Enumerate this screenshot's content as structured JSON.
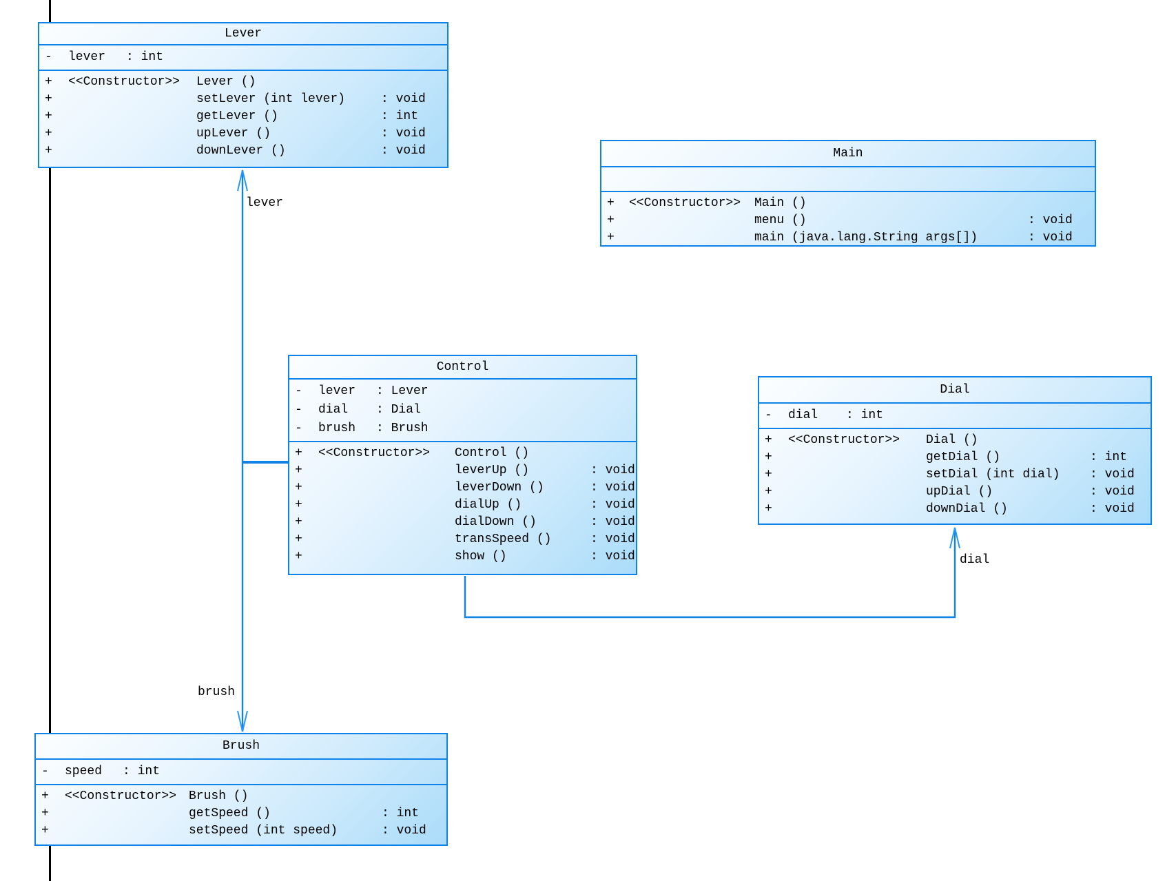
{
  "diagram": {
    "background_color": "#ffffff",
    "frame_line_color": "#000000",
    "box_border_color": "#0d82e8",
    "box_fill_light": "#fcfeff",
    "box_fill_dark": "#aadcf9",
    "connector_color": "#1182e8",
    "arrowhead_color": "#2b97f4",
    "labels": {
      "lever": "lever",
      "brush": "brush",
      "dial": "dial"
    },
    "classes": {
      "lever": {
        "title": "Lever",
        "attributes": [
          {
            "vis": "-",
            "name": "lever",
            "type": ": int"
          }
        ],
        "methods": [
          {
            "vis": "+",
            "stereo": "<<Constructor>>",
            "sig": "Lever ()",
            "ret": ""
          },
          {
            "vis": "+",
            "stereo": "",
            "sig": "setLever (int lever)",
            "ret": ": void"
          },
          {
            "vis": "+",
            "stereo": "",
            "sig": "getLever ()",
            "ret": ": int"
          },
          {
            "vis": "+",
            "stereo": "",
            "sig": "upLever ()",
            "ret": ": void"
          },
          {
            "vis": "+",
            "stereo": "",
            "sig": "downLever ()",
            "ret": ": void"
          }
        ]
      },
      "main": {
        "title": "Main",
        "attributes": [],
        "methods": [
          {
            "vis": "+",
            "stereo": "<<Constructor>>",
            "sig": "Main ()",
            "ret": ""
          },
          {
            "vis": "+",
            "stereo": "",
            "sig": "menu ()",
            "ret": ": void"
          },
          {
            "vis": "+",
            "stereo": "",
            "sig": "main (java.lang.String args[])",
            "ret": ": void"
          }
        ]
      },
      "control": {
        "title": "Control",
        "attributes": [
          {
            "vis": "-",
            "name": "lever",
            "type": ": Lever"
          },
          {
            "vis": "-",
            "name": "dial",
            "type": ": Dial"
          },
          {
            "vis": "-",
            "name": "brush",
            "type": ": Brush"
          }
        ],
        "methods": [
          {
            "vis": "+",
            "stereo": "<<Constructor>>",
            "sig": "Control ()",
            "ret": ""
          },
          {
            "vis": "+",
            "stereo": "",
            "sig": "leverUp ()",
            "ret": ": void"
          },
          {
            "vis": "+",
            "stereo": "",
            "sig": "leverDown ()",
            "ret": ": void"
          },
          {
            "vis": "+",
            "stereo": "",
            "sig": "dialUp ()",
            "ret": ": void"
          },
          {
            "vis": "+",
            "stereo": "",
            "sig": "dialDown ()",
            "ret": ": void"
          },
          {
            "vis": "+",
            "stereo": "",
            "sig": "transSpeed ()",
            "ret": ": void"
          },
          {
            "vis": "+",
            "stereo": "",
            "sig": "show ()",
            "ret": ": void"
          }
        ]
      },
      "dial": {
        "title": "Dial",
        "attributes": [
          {
            "vis": "-",
            "name": "dial",
            "type": ": int"
          }
        ],
        "methods": [
          {
            "vis": "+",
            "stereo": "<<Constructor>>",
            "sig": "Dial ()",
            "ret": ""
          },
          {
            "vis": "+",
            "stereo": "",
            "sig": "getDial ()",
            "ret": ": int"
          },
          {
            "vis": "+",
            "stereo": "",
            "sig": "setDial (int dial)",
            "ret": ": void"
          },
          {
            "vis": "+",
            "stereo": "",
            "sig": "upDial ()",
            "ret": ": void"
          },
          {
            "vis": "+",
            "stereo": "",
            "sig": "downDial ()",
            "ret": ": void"
          }
        ]
      },
      "brush": {
        "title": "Brush",
        "attributes": [
          {
            "vis": "-",
            "name": "speed",
            "type": ": int"
          }
        ],
        "methods": [
          {
            "vis": "+",
            "stereo": "<<Constructor>>",
            "sig": "Brush ()",
            "ret": ""
          },
          {
            "vis": "+",
            "stereo": "",
            "sig": "getSpeed ()",
            "ret": ": int"
          },
          {
            "vis": "+",
            "stereo": "",
            "sig": "setSpeed (int speed)",
            "ret": ": void"
          }
        ]
      }
    }
  }
}
